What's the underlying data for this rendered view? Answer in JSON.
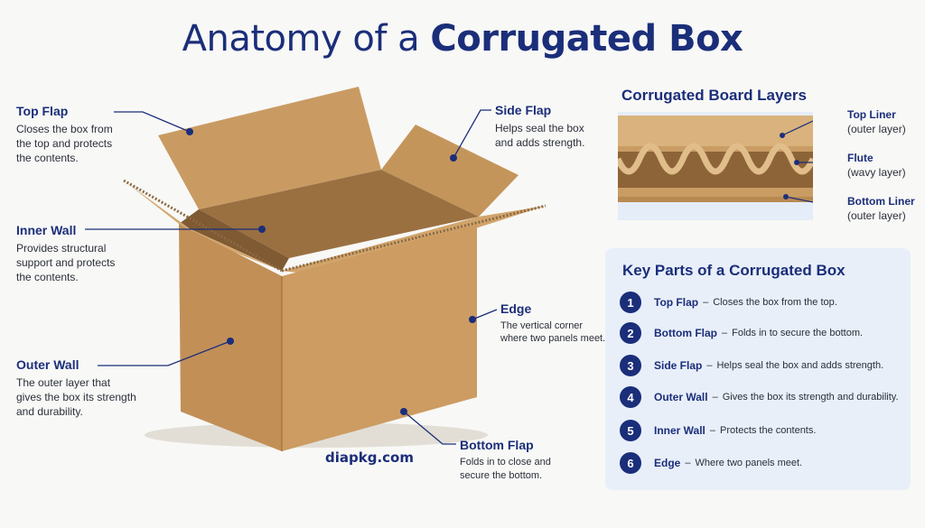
{
  "title": {
    "light": "Anatomy of a ",
    "bold": "Corrugated Box"
  },
  "callouts": {
    "top_flap": {
      "title": "Top Flap",
      "desc": [
        "Closes the box from",
        "the top and protects",
        "the contents."
      ]
    },
    "inner_wall": {
      "title": "Inner Wall",
      "desc": [
        "Provides structural",
        "support and protects",
        "the contents."
      ]
    },
    "outer_wall": {
      "title": "Outer Wall",
      "desc": [
        "The outer layer that",
        "gives the box its strength",
        "and durability."
      ]
    },
    "side_flap": {
      "title": "Side Flap",
      "desc": [
        "Helps seal the box",
        "and adds strength."
      ]
    },
    "edge": {
      "title": "Edge",
      "desc": [
        "The vertical corner",
        "where two panels meet."
      ]
    },
    "bottom_flap": {
      "title": "Bottom Flap",
      "desc": [
        "Folds in to close and",
        "secure the bottom."
      ]
    }
  },
  "brand": "diapkg.com",
  "layers": {
    "title": "Corrugated Board Layers",
    "items": [
      {
        "name": "Top Liner",
        "sub": "(outer layer)"
      },
      {
        "name": "Flute",
        "sub": "(wavy layer)"
      },
      {
        "name": "Bottom Liner",
        "sub": "(outer layer)"
      }
    ]
  },
  "key_parts": {
    "title": "Key Parts of a Corrugated Box",
    "items": [
      {
        "num": "1",
        "name": "Top Flap",
        "desc": "Closes the box from the top."
      },
      {
        "num": "2",
        "name": "Bottom Flap",
        "desc": "Folds in to secure the bottom."
      },
      {
        "num": "3",
        "name": "Side Flap",
        "desc": "Helps seal the box and adds strength."
      },
      {
        "num": "4",
        "name": "Outer Wall",
        "desc": "Gives the box its strength and durability."
      },
      {
        "num": "5",
        "name": "Inner Wall",
        "desc": "Protects the contents."
      },
      {
        "num": "6",
        "name": "Edge",
        "desc": "Where two panels meet."
      }
    ]
  },
  "colors": {
    "accent": "#1b2e7a",
    "cardboard": "#c8995f",
    "panel": "#e8eff9"
  }
}
